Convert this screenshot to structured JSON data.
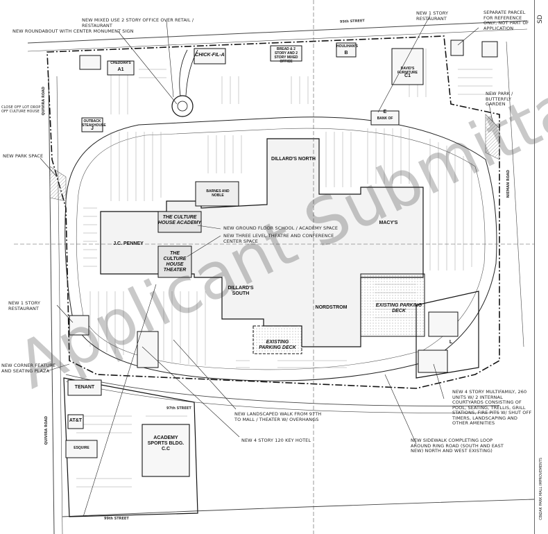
{
  "title_block": {
    "sheet_code": "SD",
    "project_name": "OAK PARK MALL IMPROVEMENTS",
    "revision": "CBL"
  },
  "streets": {
    "north": "95th STREET",
    "south_mid": "97th STREET",
    "south": "99th STREET",
    "west": "QUIVIRA ROAD",
    "east": "NIEMAN ROAD"
  },
  "callouts": {
    "mixed_use": "NEW MIXED USE 2 STORY OFFICE OVER RETAIL / RESTAURANT",
    "roundabout": "NEW ROUNDABOUT WITH CENTER MONUMENT SIGN",
    "restaurant_north": "NEW 1 STORY RESTAURANT",
    "separate_parcel": "SEPARATE PARCEL FOR REFERENCE ONLY, NOT PART OF APPLICATION",
    "park_butterfly": "NEW PARK / BUTTERFLY GARDEN",
    "park_space": "NEW PARK SPACE",
    "school": "NEW GROUND FLOOR SCHOOL / ACADEMY SPACE",
    "theater": "NEW THREE LEVEL THEATRE AND CONFERENCE CENTER SPACE",
    "restaurant_west": "NEW 1 STORY RESTAURANT",
    "corner_feature": "NEW CORNER FEATURE AND SEATING PLAZA",
    "landscaped_walk": "NEW LANDSCAPED WALK FROM 97TH TO MALL / THEATER W/ OVERHANGS",
    "hotel": "NEW 4 STORY 120 KEY HOTEL",
    "multifamily": "NEW 4 STORY MULTIFAMILY, 260 UNITS W/ 2 INTERNAL COURTYARDS CONSISTING OF POOL, SEATING, TRELLIS, GRILL STATIONS, FIRE PITS W/ SHUT OFF TIMERS, LANDSCAPING AND OTHER AMENITIES",
    "sidewalk": "NEW SIDEWALK COMPLETING LOOP AROUND RING ROAD (SOUTH AND EAST NEW) NORTH AND WEST EXISTING)",
    "close_off": "CLOSE OFF LOT DROP OFF CULTURE HOUSE"
  },
  "buildings": {
    "dillards_north": "DILLARD'S NORTH",
    "barnes": "BARNES AND NOBLE",
    "culture_academy": "THE CULTURE HOUSE ACADEMY",
    "culture_theater": "THE CULTURE HOUSE THEATER",
    "jcpenney": "J.C. PENNEY",
    "macys": "MACY'S",
    "dillards_south": "DILLARD'S SOUTH",
    "nordstrom": "NORDSTROM",
    "garage_east": "EXISTING PARKING DECK",
    "garage_south": "EXISTING PARKING DECK",
    "chickfila": "CHICK-FIL-A",
    "pad_a1": "A1",
    "pad_b": "B",
    "pad_c1": "C1",
    "pad_e": "E",
    "pad_j": "J",
    "pad_l": "L",
    "tenant": "TENANT",
    "atandt": "AT&T",
    "esquire": "ESQUIRE",
    "academy_sports": "ACADEMY SPORTS BLDG. C.C",
    "pad_a1_name": "CHEDDAR'S",
    "pad_j_name": "OUTBACK STEAKHOUSE",
    "pad_b_name": "HOULIHAN'S",
    "pad_c1_name": "DAVID'S FURNITURE",
    "pad_e_name": "BANK OF",
    "pad_d_name": "BREAD & 2 STORY AND 2 STORY MIXED OFFICE"
  },
  "watermark": "Applicant Submittal",
  "colors": {
    "line": "#1a1a1a",
    "light_line": "#777777",
    "watermark": "#5a5a5a"
  }
}
